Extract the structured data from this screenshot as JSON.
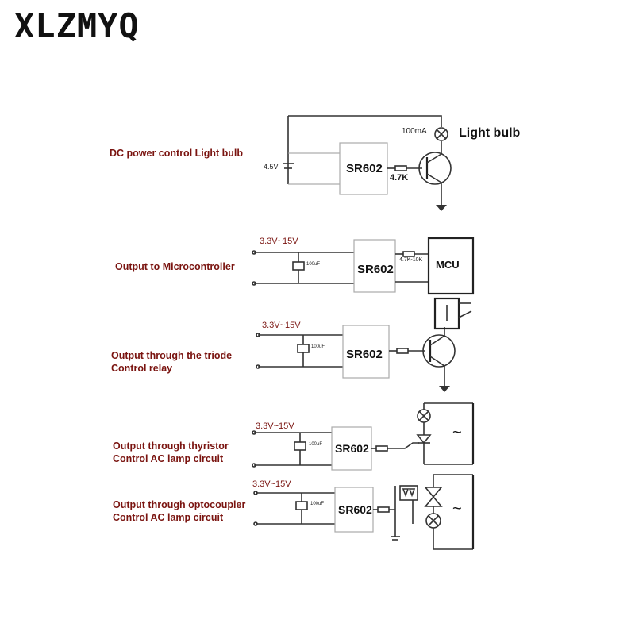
{
  "brand": "XLZMYQ",
  "circuits": [
    {
      "caption": "DC power control Light bulb",
      "voltage": "4.5V",
      "module": "SR602",
      "resistor": "4.7K",
      "current": "100mA",
      "load": "Light bulb"
    },
    {
      "caption": "Output to Microcontroller",
      "voltage": "3.3V~15V",
      "module": "SR602",
      "resistor": "4.7K-10K",
      "cap": "100uF",
      "load": "MCU"
    },
    {
      "caption_line1": "Output through the triode",
      "caption_line2": "Control relay",
      "voltage": "3.3V~15V",
      "module": "SR602",
      "cap": "100uF"
    },
    {
      "caption_line1": "Output through thyristor",
      "caption_line2": "Control AC lamp circuit",
      "voltage": "3.3V~15V",
      "module": "SR602",
      "cap": "100uF",
      "ac": "~"
    },
    {
      "caption_line1": "Output through optocoupler",
      "caption_line2": "Control AC lamp circuit",
      "voltage": "3.3V~15V",
      "module": "SR602",
      "cap": "100uF",
      "ac": "~"
    }
  ],
  "colors": {
    "caption": "#7a1410",
    "wire": "#333333"
  }
}
